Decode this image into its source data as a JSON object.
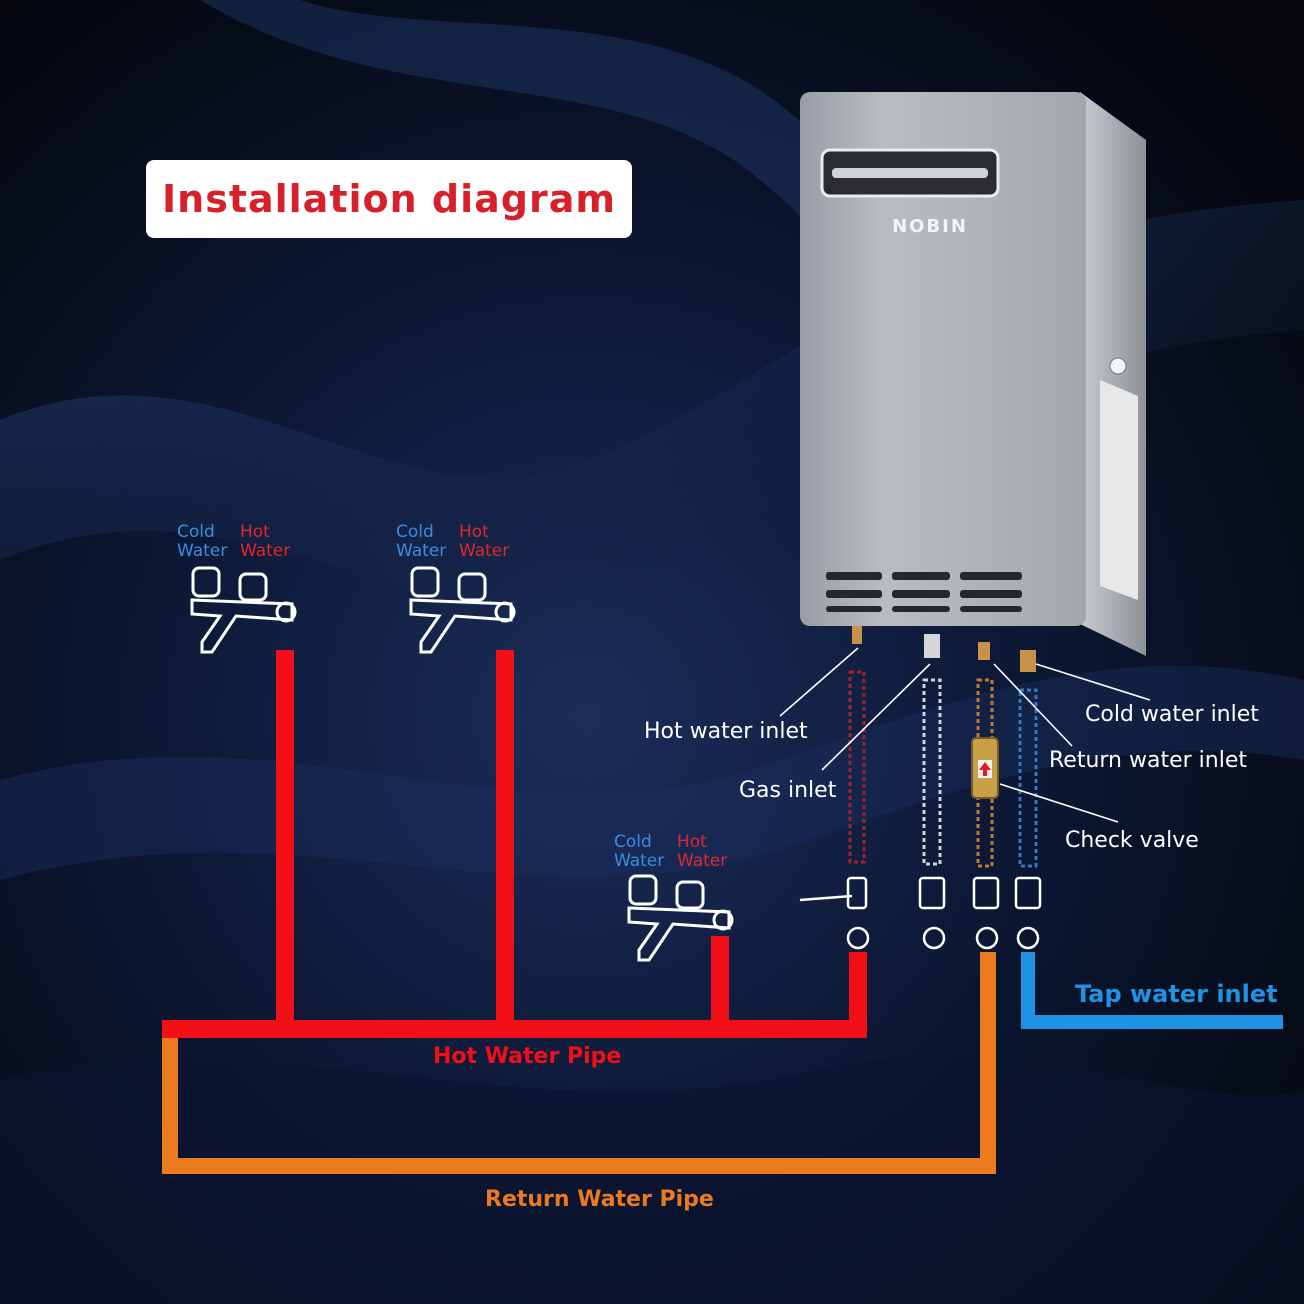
{
  "title": "Installation diagram",
  "brand": "NOBIN",
  "labels": {
    "hot_water_inlet": "Hot water inlet",
    "gas_inlet": "Gas inlet",
    "cold_water_inlet": "Cold water inlet",
    "return_water_inlet": "Return water inlet",
    "check_valve": "Check valve",
    "tap_water_inlet": "Tap water inlet"
  },
  "pipes": {
    "hot": "Hot Water Pipe",
    "return": "Return Water Pipe"
  },
  "taps": [
    {
      "cold": "Cold",
      "cold2": "Water",
      "hot": "Hot",
      "hot2": "Water"
    },
    {
      "cold": "Cold",
      "cold2": "Water",
      "hot": "Hot",
      "hot2": "Water"
    },
    {
      "cold": "Cold",
      "cold2": "Water",
      "hot": "Hot",
      "hot2": "Water"
    }
  ],
  "colors": {
    "hot_pipe": "#f20f17",
    "return_pipe": "#ec7a1e",
    "cold_pipe": "#1e93e3",
    "title_text": "#d7202a"
  }
}
